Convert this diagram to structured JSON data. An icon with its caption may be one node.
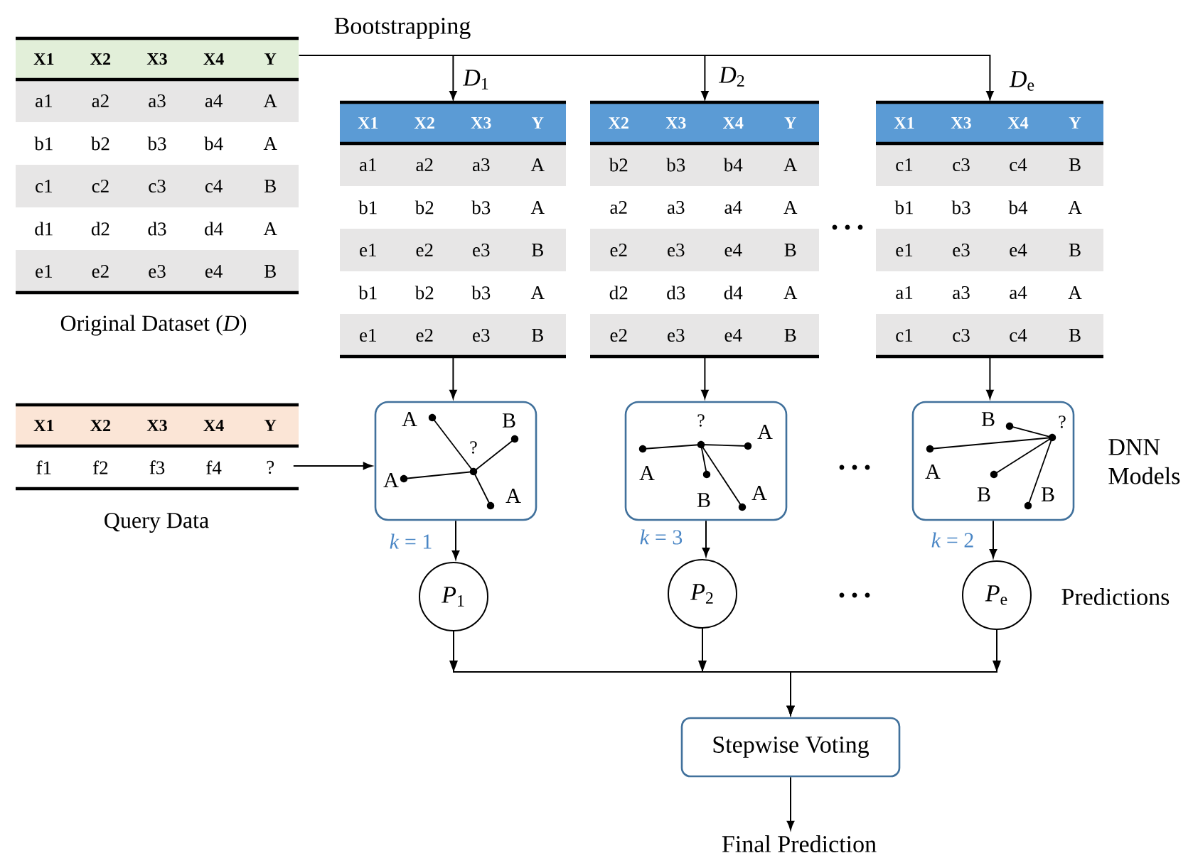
{
  "diagram": {
    "nodes": [
      {
        "text": [
          "X1",
          "X2",
          "X3",
          "X4",
          "Y",
          "a1",
          "a2",
          "a3",
          "a4",
          "A",
          "b1",
          "b2",
          "b3",
          "b4",
          "A",
          "c1",
          "c2",
          "c3",
          "c4",
          "B",
          "d1",
          "d2",
          "d3",
          "d4",
          "A",
          "e1",
          "e2",
          "e3",
          "e4",
          "B"
        ],
        "beside": [
          "Original Dataset (*D*)"
        ]
      },
      {
        "text": [
          "X1",
          "X2",
          "X3",
          "Y",
          "a1",
          "a2",
          "a3",
          "A",
          "b1",
          "b2",
          "b3",
          "A",
          "e1",
          "e2",
          "e3",
          "B",
          "b1",
          "b2",
          "b3",
          "A",
          "e1",
          "e2",
          "e3",
          "B"
        ],
        "beside": [
          "*D*$_{1}$"
        ]
      },
      {
        "text": [
          "X2",
          "X3",
          "X4",
          "Y",
          "b2",
          "b3",
          "b4",
          "A",
          "a2",
          "a3",
          "a4",
          "A",
          "e2",
          "e3",
          "e4",
          "B",
          "d2",
          "d3",
          "d4",
          "A",
          "e2",
          "e3",
          "e4",
          "B"
        ],
        "beside": [
          "*D*$_{2}$"
        ]
      },
      {
        "text": [
          "X1",
          "X3",
          "X4",
          "Y",
          "c1",
          "c3",
          "c4",
          "B",
          "b1",
          "b3",
          "b4",
          "A",
          "e1",
          "e3",
          "e4",
          "B",
          "a1",
          "a3",
          "a4",
          "A",
          "c1",
          "c3",
          "c4",
          "B"
        ],
        "beside": [
          "*D*$_{e}$"
        ]
      },
      {
        "text": [
          "X1",
          "X2",
          "X3",
          "X4",
          "Y",
          "f1",
          "f2",
          "f3",
          "f4",
          "?"
        ],
        "beside": [
          "Query Data"
        ]
      },
      {
        "text": [
          "A",
          "B",
          "?",
          "A",
          "A"
        ],
        "beside": [
          "*k* = 1"
        ]
      },
      {
        "text": [
          "?",
          "A",
          "A",
          "A",
          "B"
        ],
        "beside": [
          "*k* = 3"
        ]
      },
      {
        "text": [
          "B",
          "?",
          "A",
          "B",
          "B"
        ],
        "beside": [
          "*k* = 2"
        ]
      },
      {
        "text": [
          "*P*$_{1}$"
        ]
      },
      {
        "text": [
          "*P*$_{2}$"
        ]
      },
      {
        "text": [
          "*P*$_{e}$"
        ]
      },
      {
        "text": [
          "Stepwise Voting"
        ]
      },
      {
        "text": [
          "Final Prediction"
        ]
      }
    ],
    "edges": [
      {
        "from": 0,
        "to": 1,
        "arrow": "to",
        "label": "Bootstrapping"
      },
      {
        "from": 0,
        "to": 2,
        "arrow": "to"
      },
      {
        "from": 0,
        "to": 3,
        "arrow": "to"
      },
      {
        "from": 4,
        "to": 5,
        "arrow": "to"
      },
      {
        "from": 1,
        "to": 5,
        "arrow": "to"
      },
      {
        "from": 2,
        "to": 6,
        "arrow": "to"
      },
      {
        "from": 3,
        "to": 7,
        "arrow": "to"
      },
      {
        "from": 5,
        "to": 8,
        "arrow": "to"
      },
      {
        "from": 6,
        "to": 9,
        "arrow": "to"
      },
      {
        "from": 7,
        "to": 10,
        "arrow": "to"
      },
      {
        "from": 8,
        "to": 11,
        "arrow": "to"
      },
      {
        "from": 9,
        "to": 11,
        "arrow": "to"
      },
      {
        "from": 10,
        "to": 11,
        "arrow": "to"
      },
      {
        "from": 11,
        "to": 12,
        "arrow": "to"
      }
    ],
    "labels": [
      "DNN Models",
      "Predictions"
    ]
  }
}
